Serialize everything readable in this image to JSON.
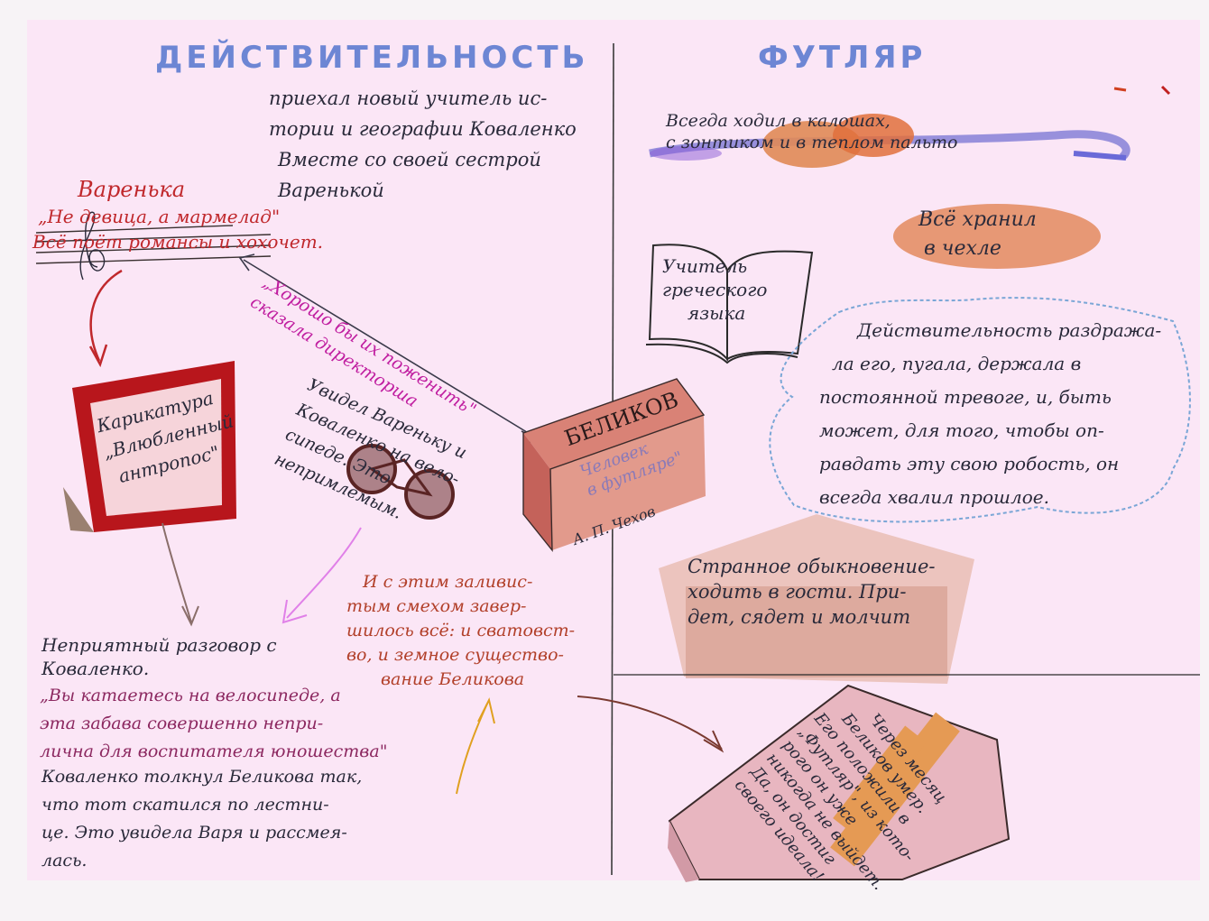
{
  "headings": {
    "left": "ДЕЙСТВИТЕЛЬНОСТЬ",
    "right": "ФУТЛЯР"
  },
  "left": {
    "arrival": [
      "приехал новый учитель ис-",
      "тории и географии Коваленко",
      "Вместе со своей сестрой",
      "Варенькой"
    ],
    "varenka_name": "Варенька",
    "varenka_quote": "„Не девица, а мармелад\"",
    "varenka_line": "Всё поёт романсы и хохочет.",
    "director_quote": [
      "„Хорошо бы их поженить\"",
      "сказала директорша"
    ],
    "caricature": [
      "Карикатура",
      "„Влюбленный",
      "антропос\""
    ],
    "saw_bike": [
      "Увидел Вареньку и",
      "Коваленко на вело-",
      "сипеде. Это",
      "непримлемым."
    ],
    "finale": [
      "И с этим заливис-",
      "тым смехом завер-",
      "шилось всё: и сватовст-",
      "во, и земное существо-",
      "вание Беликова"
    ],
    "conversation_title": [
      "Неприятный разговор с",
      "Коваленко."
    ],
    "conversation_quote": [
      "„Вы катаетесь на велосипеде, а",
      "эта забава совершенно непри-",
      "лична для воспитателя юношества\""
    ],
    "conversation_end": [
      "Коваленко толкнул Беликова так,",
      "что тот скатился по лестни-",
      "це. Это увидела Варя и рассмея-",
      "лась."
    ]
  },
  "center_box": {
    "name": "БЕЛИКОВ",
    "subtitle": [
      "Человек",
      "в футляре\""
    ],
    "author": "А. П. Чехов"
  },
  "right": {
    "galoshes": [
      "Всегда ходил в калошах,",
      "с зонтиком и в теплом пальто"
    ],
    "case": [
      "Всё хранил",
      "в чехле"
    ],
    "book": [
      "Учитель",
      "греческого",
      "языка"
    ],
    "reality": [
      "Действительность раздража-",
      "ла его, пугала, держала в",
      "постоянной тревоге, и, быть",
      "может, для того, чтобы оп-",
      "равдать эту свою робость, он",
      "всегда хвалил прошлое."
    ],
    "habit": [
      "Странное обыкновение-",
      "ходить в гости. При-",
      "дет, сядет и молчит"
    ],
    "coffin": [
      "Через месяц",
      "Беликов умер.",
      "Его положили в",
      "„Футляр\", из кото-",
      "рого он уже",
      "никогда не выйдет.",
      "Да, он достиг",
      "своего идеала!"
    ]
  }
}
